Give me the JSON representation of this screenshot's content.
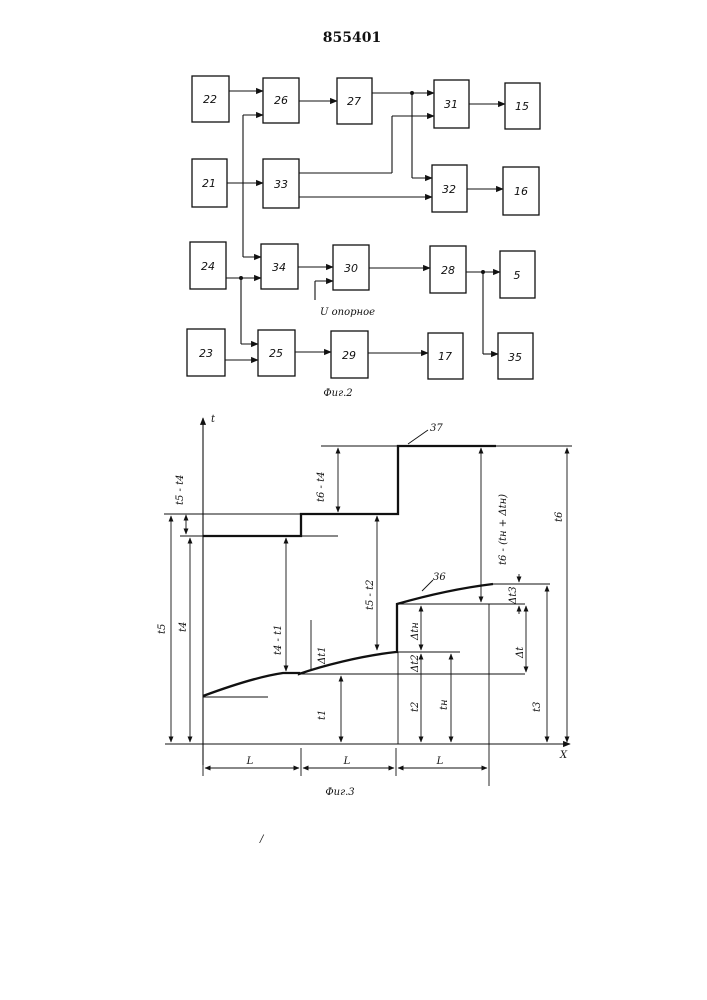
{
  "patent_number": "855401",
  "fig2": {
    "caption": "Фиг.2",
    "reference_label": "U опорное",
    "blocks": [
      "22",
      "26",
      "27",
      "31",
      "15",
      "21",
      "33",
      "32",
      "16",
      "24",
      "34",
      "30",
      "28",
      "5",
      "23",
      "25",
      "29",
      "17",
      "35"
    ]
  },
  "fig3": {
    "caption": "Фиг.3",
    "axis_t": "t",
    "axis_x": "X",
    "curve_36": "36",
    "curve_37": "37",
    "seg_L": "L",
    "labels": {
      "t5_minus_t4": "t5 - t4",
      "t6_minus_t4": "t6 - t4",
      "t6_minus_tn_dtn": "t6 - (tн + Δtн)",
      "t5_minus_t2": "t5 - t2",
      "t4_minus_t1": "t4 - t1",
      "t5": "t5",
      "t4": "t4",
      "t6": "t6",
      "dt1": "Δt1",
      "t1": "t1",
      "dtn": "Δtн",
      "dt2": "Δt2",
      "t2": "t2",
      "tn": "tн",
      "dt3": "Δt3",
      "dt": "Δt",
      "t3": "t3"
    }
  },
  "stray_mark": "/"
}
